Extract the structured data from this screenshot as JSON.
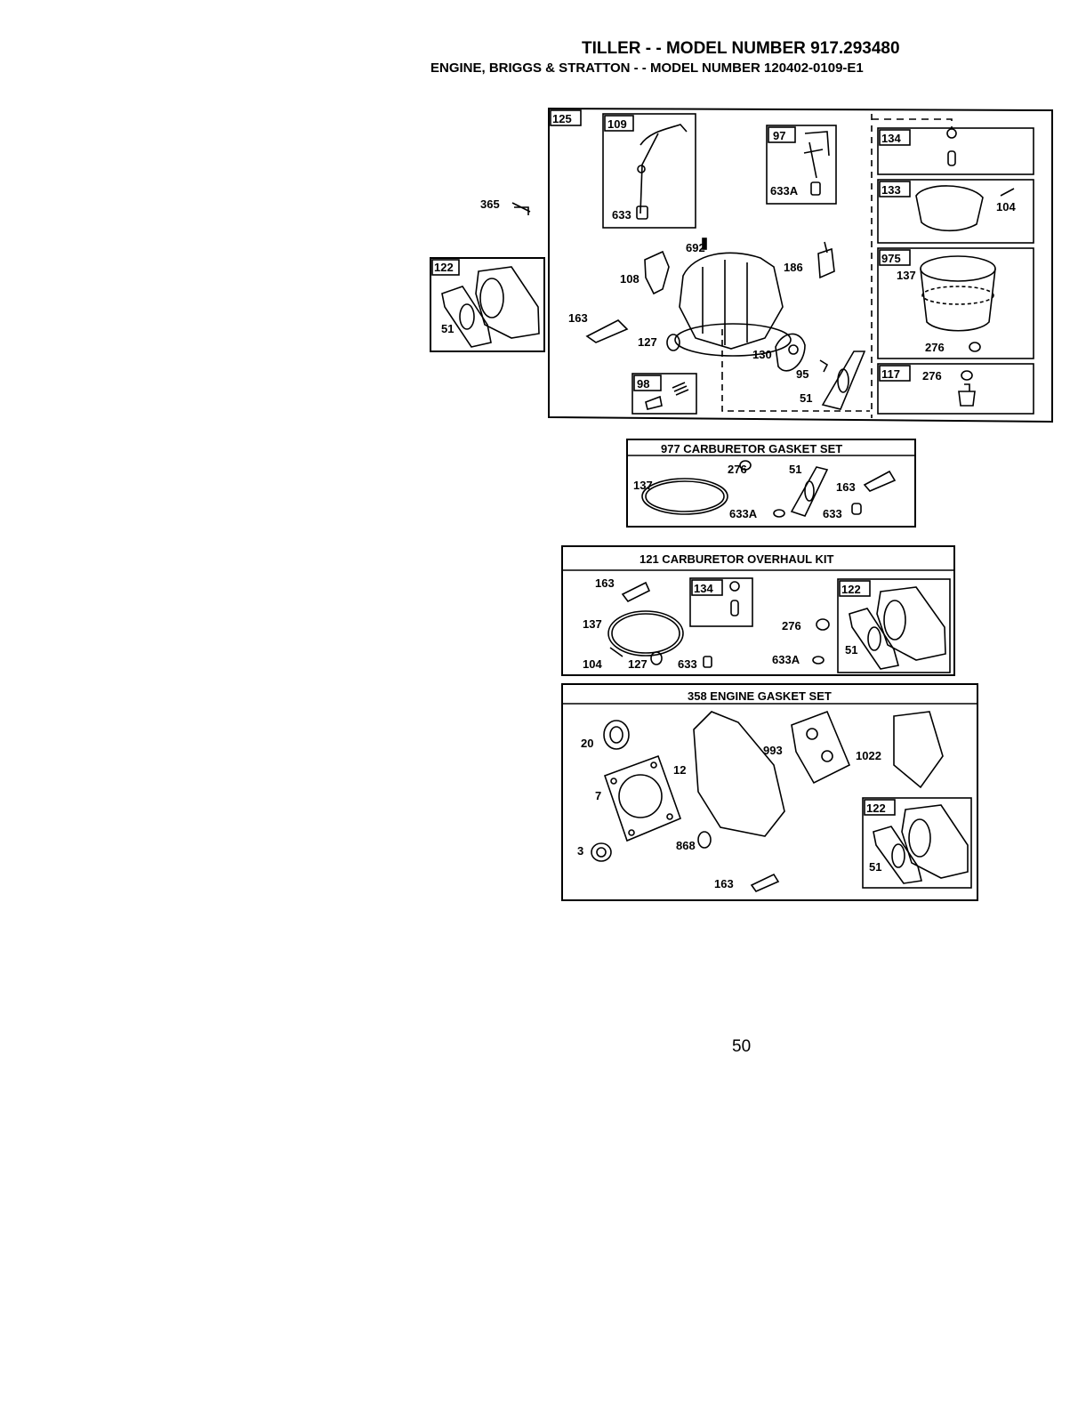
{
  "header": {
    "line1": "TILLER - - MODEL NUMBER 917.293480",
    "line2": "ENGINE, BRIGGS & STRATTON - - MODEL NUMBER 120402-0109-E1"
  },
  "page_number": "50",
  "callouts": {
    "b125": "125",
    "b109": "109",
    "b97": "97",
    "b134": "134",
    "b133": "133",
    "b975": "975",
    "b117": "117",
    "b98": "98",
    "b122": "122",
    "p365": "365",
    "p633": "633",
    "p633A": "633A",
    "p104": "104",
    "p692": "692",
    "p186": "186",
    "p108": "108",
    "p137": "137",
    "p163": "163",
    "p127": "127",
    "p276": "276",
    "p130": "130",
    "p95": "95",
    "p51": "51"
  },
  "gasket_set": {
    "title": "977 CARBURETOR GASKET SET",
    "parts": {
      "p276": "276",
      "p51": "51",
      "p137": "137",
      "p163": "163",
      "p633A": "633A",
      "p633": "633"
    }
  },
  "overhaul_kit": {
    "title": "121 CARBURETOR OVERHAUL KIT",
    "parts": {
      "p163": "163",
      "b134": "134",
      "b122": "122",
      "p137": "137",
      "p276": "276",
      "p51": "51",
      "p104": "104",
      "p127": "127",
      "p633": "633",
      "p633A": "633A"
    }
  },
  "engine_gasket_set": {
    "title": "358 ENGINE GASKET SET",
    "parts": {
      "p20": "20",
      "p993": "993",
      "p1022": "1022",
      "p12": "12",
      "p7": "7",
      "b122": "122",
      "p868": "868",
      "p3": "3",
      "p51": "51",
      "p163": "163"
    }
  }
}
